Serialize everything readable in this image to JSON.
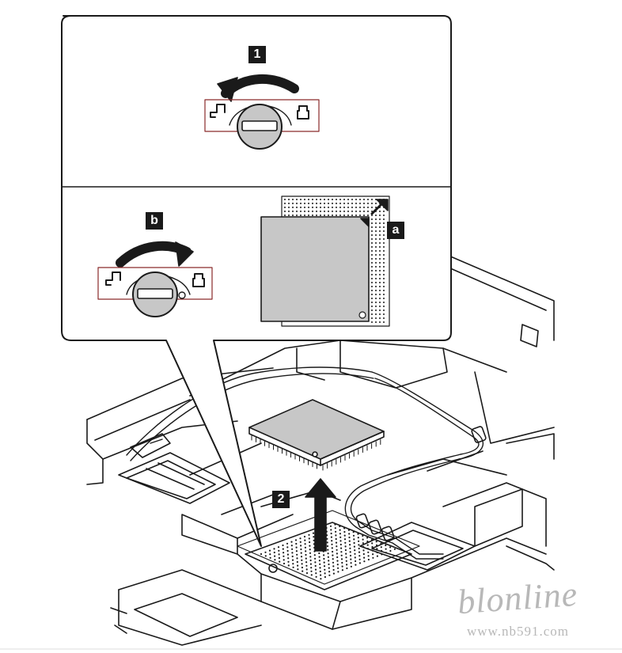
{
  "callouts": {
    "step1": "1",
    "step2": "2",
    "latch_a": "a",
    "latch_b": "b"
  },
  "watermark": {
    "logo": "blonline",
    "url": "www.nb591.com"
  },
  "colors": {
    "line": "#1a1a1a",
    "chip": "#c7c7c7",
    "latch_box": "#8a2a2a"
  }
}
